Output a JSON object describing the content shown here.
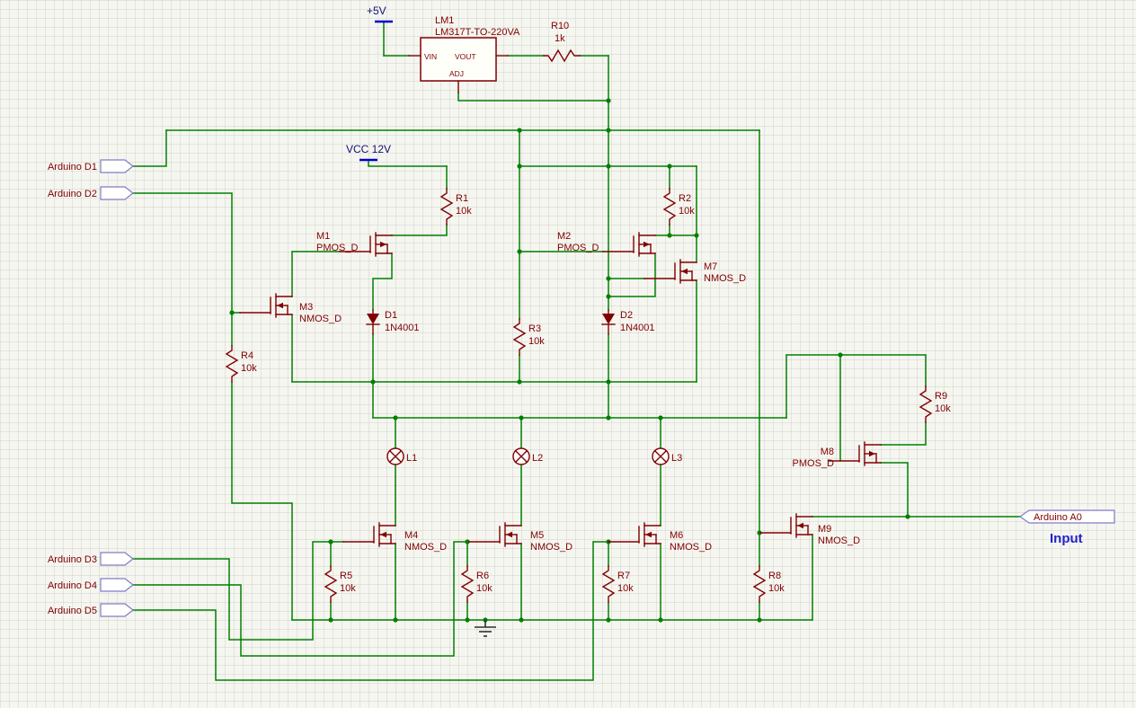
{
  "power": {
    "plus5_label": "+5V",
    "vcc_label": "VCC 12V"
  },
  "regulator": {
    "ref": "LM1",
    "part": "LM317T-TO-220VA",
    "pin_vin": "VIN",
    "pin_vout": "VOUT",
    "pin_adj": "ADJ"
  },
  "resistors": [
    {
      "ref": "R10",
      "value": "1k"
    },
    {
      "ref": "R1",
      "value": "10k"
    },
    {
      "ref": "R2",
      "value": "10k"
    },
    {
      "ref": "R3",
      "value": "10k"
    },
    {
      "ref": "R4",
      "value": "10k"
    },
    {
      "ref": "R5",
      "value": "10k"
    },
    {
      "ref": "R6",
      "value": "10k"
    },
    {
      "ref": "R7",
      "value": "10k"
    },
    {
      "ref": "R8",
      "value": "10k"
    },
    {
      "ref": "R9",
      "value": "10k"
    }
  ],
  "mosfets": [
    {
      "ref": "M1",
      "type": "PMOS_D"
    },
    {
      "ref": "M2",
      "type": "PMOS_D"
    },
    {
      "ref": "M3",
      "type": "NMOS_D"
    },
    {
      "ref": "M4",
      "type": "NMOS_D"
    },
    {
      "ref": "M5",
      "type": "NMOS_D"
    },
    {
      "ref": "M6",
      "type": "NMOS_D"
    },
    {
      "ref": "M7",
      "type": "NMOS_D"
    },
    {
      "ref": "M8",
      "type": "PMOS_D"
    },
    {
      "ref": "M9",
      "type": "NMOS_D"
    }
  ],
  "diodes": [
    {
      "ref": "D1",
      "part": "1N4001"
    },
    {
      "ref": "D2",
      "part": "1N4001"
    }
  ],
  "lamps": [
    {
      "ref": "L1"
    },
    {
      "ref": "L2"
    },
    {
      "ref": "L3"
    }
  ],
  "ports": {
    "d1": "Arduino D1",
    "d2": "Arduino D2",
    "d3": "Arduino D3",
    "d4": "Arduino D4",
    "d5": "Arduino D5",
    "a0": "Arduino A0",
    "input_caption": "Input"
  },
  "colors": {
    "wire": "#008000",
    "component": "#800000",
    "power_bar": "#0000c8",
    "net_text": "#101070",
    "port_outline": "#7d7dc8",
    "input_text": "#2222cc"
  }
}
